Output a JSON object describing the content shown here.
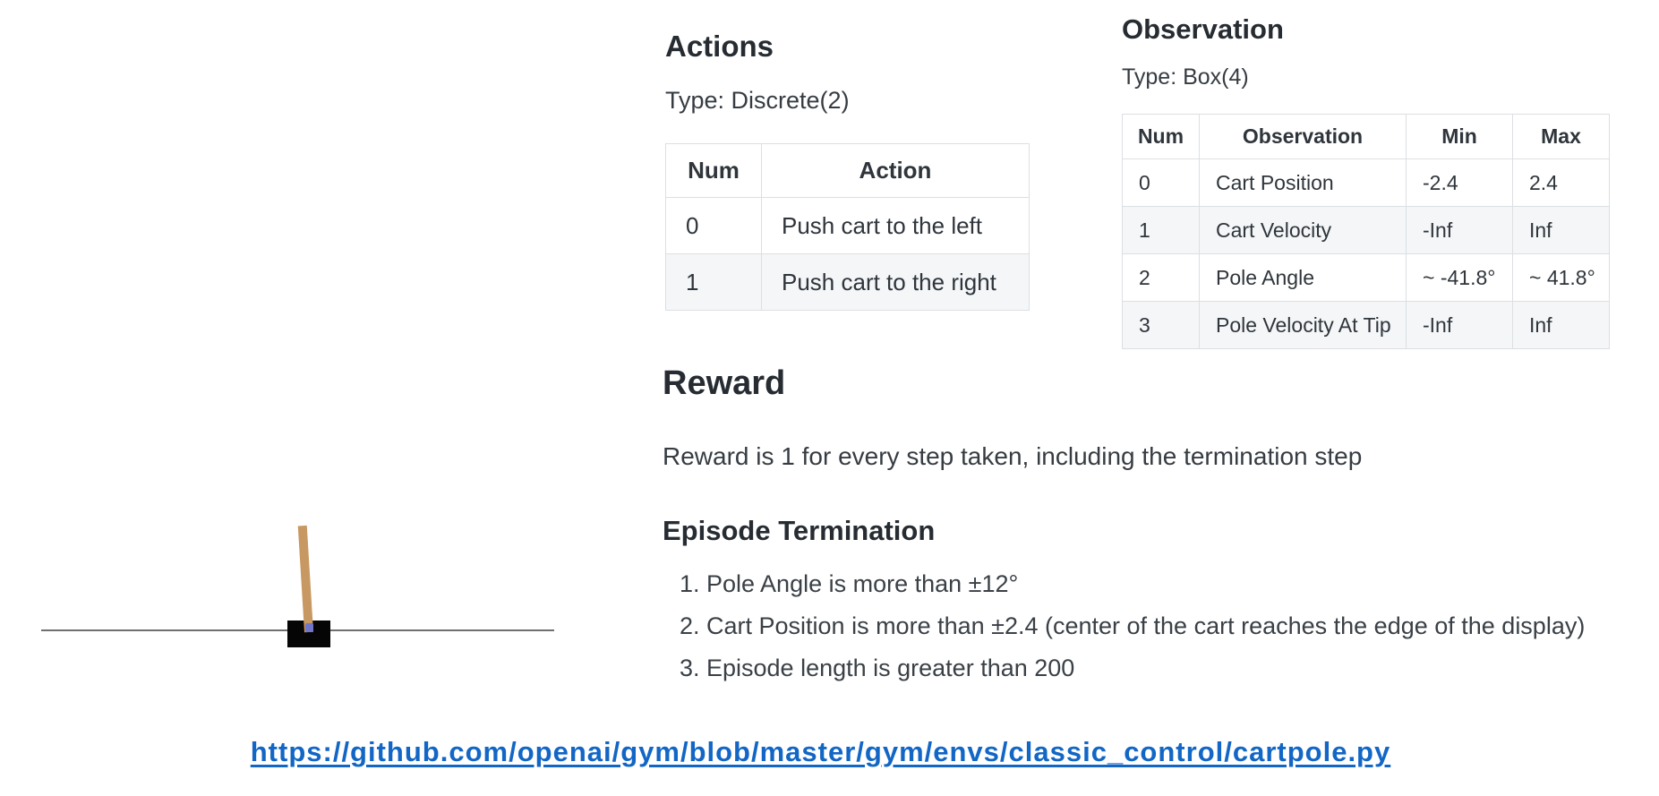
{
  "cartpole_render": {
    "description": "CartPole environment frame: black cart on gray track with tan pole",
    "cart_color": "#050505",
    "pole_color": "#c79862",
    "axle_color": "#7174cb",
    "track_color": "#707070"
  },
  "actions": {
    "heading": "Actions",
    "type_line": "Type: Discrete(2)",
    "table": {
      "headers": [
        "Num",
        "Action"
      ],
      "rows": [
        [
          "0",
          "Push cart to the left"
        ],
        [
          "1",
          "Push cart to the right"
        ]
      ]
    }
  },
  "observation": {
    "heading": "Observation",
    "type_line": "Type: Box(4)",
    "table": {
      "headers": [
        "Num",
        "Observation",
        "Min",
        "Max"
      ],
      "rows": [
        [
          "0",
          "Cart Position",
          "-2.4",
          "2.4"
        ],
        [
          "1",
          "Cart Velocity",
          "-Inf",
          "Inf"
        ],
        [
          "2",
          "Pole Angle",
          "~ -41.8°",
          "~ 41.8°"
        ],
        [
          "3",
          "Pole Velocity At Tip",
          "-Inf",
          "Inf"
        ]
      ]
    }
  },
  "reward": {
    "heading": "Reward",
    "text": "Reward is 1 for every step taken, including the termination step"
  },
  "episode_termination": {
    "heading": "Episode Termination",
    "items": [
      "Pole Angle is more than ±12°",
      "Cart Position is more than ±2.4 (center of the cart reaches the edge of the display)",
      "Episode length is greater than 200"
    ]
  },
  "source_link": {
    "label": "https://github.com/openai/gym/blob/master/gym/envs/classic_control/cartpole.py",
    "url": "https://github.com/openai/gym/blob/master/gym/envs/classic_control/cartpole.py",
    "color": "#1266c5"
  },
  "colors": {
    "heading_text": "#262c32",
    "body_text": "#363c42",
    "table_text": "#2f353b",
    "table_border": "#dcdfe3",
    "table_alt_row": "#f4f6f8",
    "background": "#ffffff"
  }
}
